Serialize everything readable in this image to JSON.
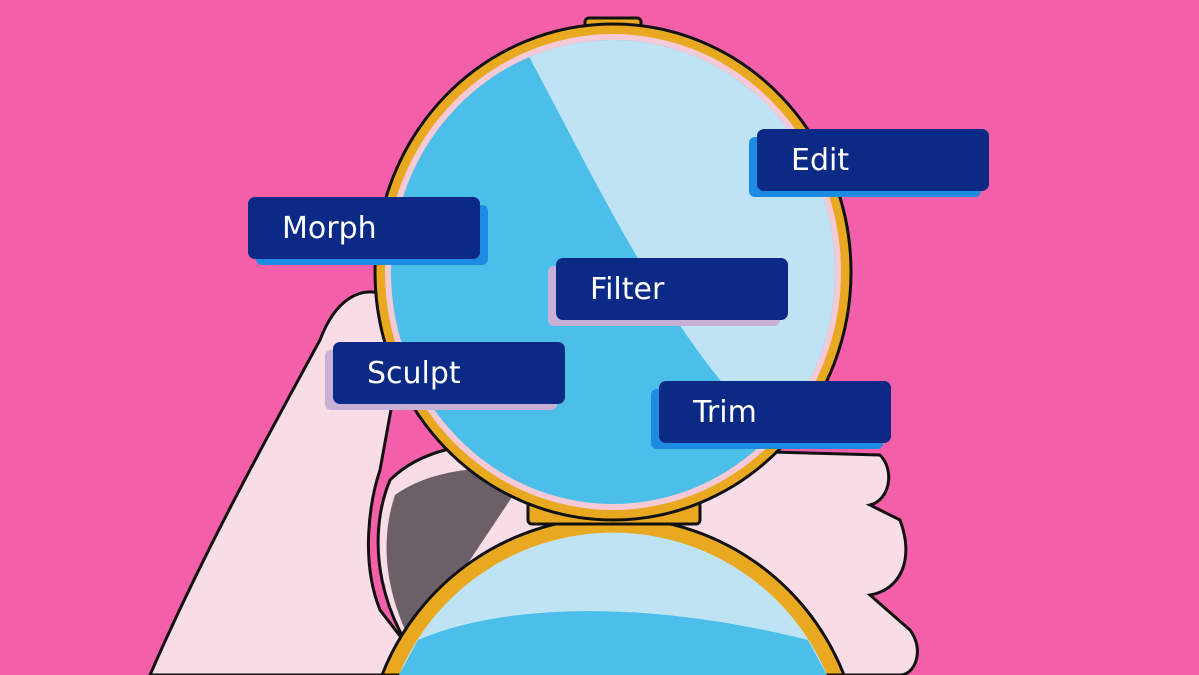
{
  "colors": {
    "background": "#F45FAA",
    "hand": "#F8DCE6",
    "gold": "#E8A920",
    "mirror_dark": "#4BBEEA",
    "mirror_light": "#BEE3F4",
    "label_bg": "#0B2A86",
    "label_shadow": "#1E8BE3"
  },
  "labels": [
    {
      "text": "Edit"
    },
    {
      "text": "Morph"
    },
    {
      "text": "Filter"
    },
    {
      "text": "Sculpt"
    },
    {
      "text": "Trim"
    }
  ]
}
